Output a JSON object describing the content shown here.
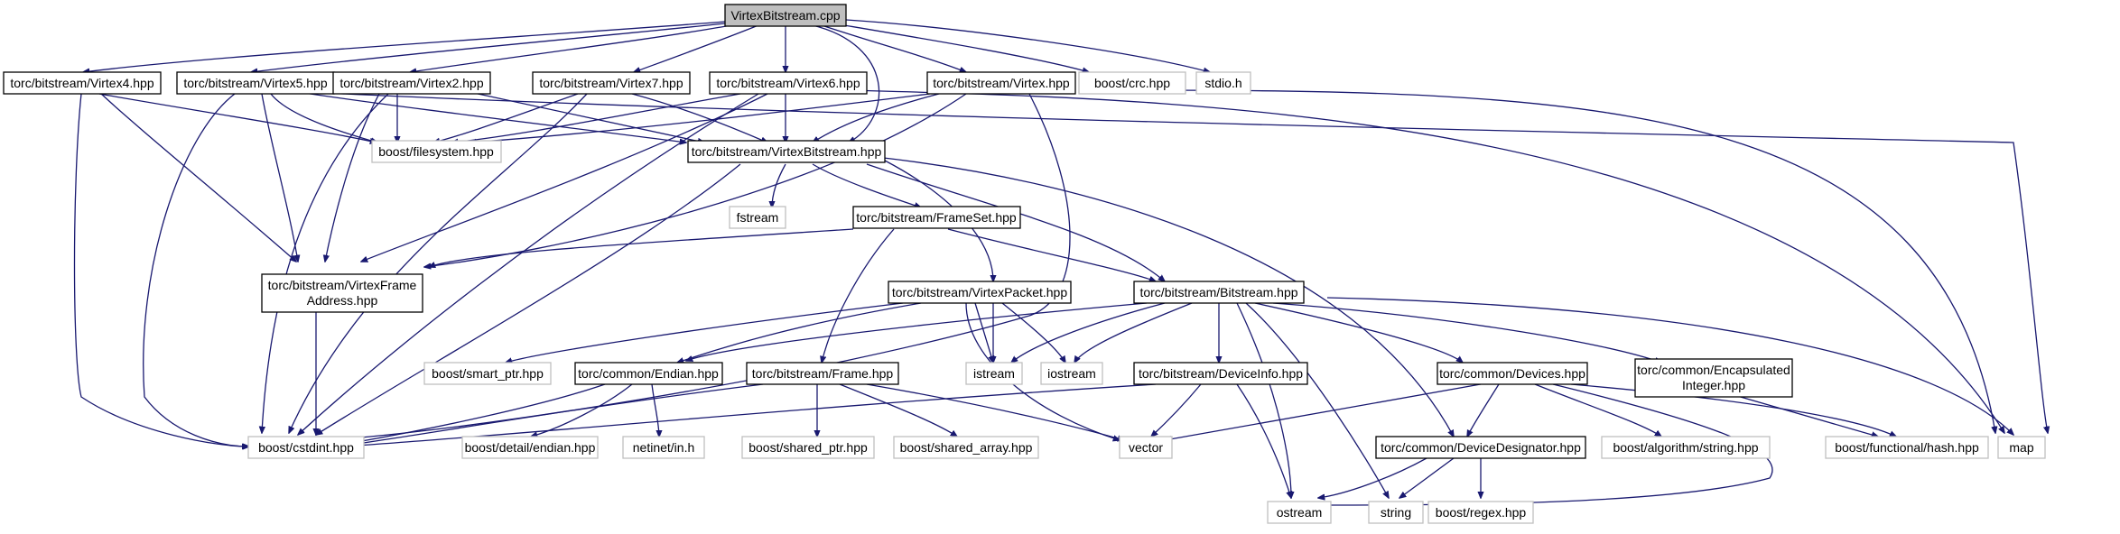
{
  "nodes": {
    "root": {
      "label": "VirtexBitstream.cpp"
    },
    "virtex4": {
      "label": "torc/bitstream/Virtex4.hpp"
    },
    "virtex5": {
      "label": "torc/bitstream/Virtex5.hpp"
    },
    "virtex2": {
      "label": "torc/bitstream/Virtex2.hpp"
    },
    "virtex7": {
      "label": "torc/bitstream/Virtex7.hpp"
    },
    "virtex6": {
      "label": "torc/bitstream/Virtex6.hpp"
    },
    "virtex": {
      "label": "torc/bitstream/Virtex.hpp"
    },
    "crc": {
      "label": "boost/crc.hpp"
    },
    "stdio": {
      "label": "stdio.h"
    },
    "filesystem": {
      "label": "boost/filesystem.hpp"
    },
    "virtexbitstream": {
      "label": "torc/bitstream/VirtexBitstream.hpp"
    },
    "fstream": {
      "label": "fstream"
    },
    "frameset": {
      "label": "torc/bitstream/FrameSet.hpp"
    },
    "vfa": {
      "label_line1": "torc/bitstream/VirtexFrame",
      "label_line2": "Address.hpp"
    },
    "virtexpacket": {
      "label": "torc/bitstream/VirtexPacket.hpp"
    },
    "bitstream": {
      "label": "torc/bitstream/Bitstream.hpp"
    },
    "smart_ptr": {
      "label": "boost/smart_ptr.hpp"
    },
    "endian": {
      "label": "torc/common/Endian.hpp"
    },
    "frame": {
      "label": "torc/bitstream/Frame.hpp"
    },
    "istream": {
      "label": "istream"
    },
    "iostream": {
      "label": "iostream"
    },
    "deviceinfo": {
      "label": "torc/bitstream/DeviceInfo.hpp"
    },
    "devices": {
      "label": "torc/common/Devices.hpp"
    },
    "encint": {
      "label_line1": "torc/common/Encapsulated",
      "label_line2": "Integer.hpp"
    },
    "cstdint": {
      "label": "boost/cstdint.hpp"
    },
    "detail_endian": {
      "label": "boost/detail/endian.hpp"
    },
    "netinet": {
      "label": "netinet/in.h"
    },
    "shared_ptr": {
      "label": "boost/shared_ptr.hpp"
    },
    "shared_array": {
      "label": "boost/shared_array.hpp"
    },
    "vector": {
      "label": "vector"
    },
    "devdesig": {
      "label": "torc/common/DeviceDesignator.hpp"
    },
    "algo_string": {
      "label": "boost/algorithm/string.hpp"
    },
    "func_hash": {
      "label": "boost/functional/hash.hpp"
    },
    "map": {
      "label": "map"
    },
    "ostream": {
      "label": "ostream"
    },
    "string": {
      "label": "string"
    },
    "regex": {
      "label": "boost/regex.hpp"
    }
  },
  "colors": {
    "edge": "#191970",
    "root_fill": "#bfbfbf",
    "internal_border": "#000000",
    "external_border": "#bfbfbf"
  }
}
